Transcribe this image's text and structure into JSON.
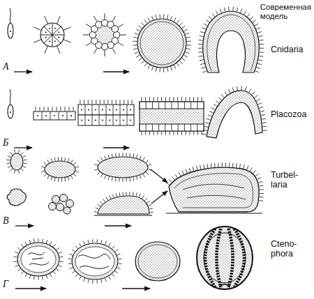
{
  "diagram": {
    "labels": [
      "Современная модель",
      "Cnidaria",
      "Placozoa",
      "Turbel- laria",
      "Cteno- phora",
      "А",
      "Б",
      "В",
      "Г"
    ]
  }
}
